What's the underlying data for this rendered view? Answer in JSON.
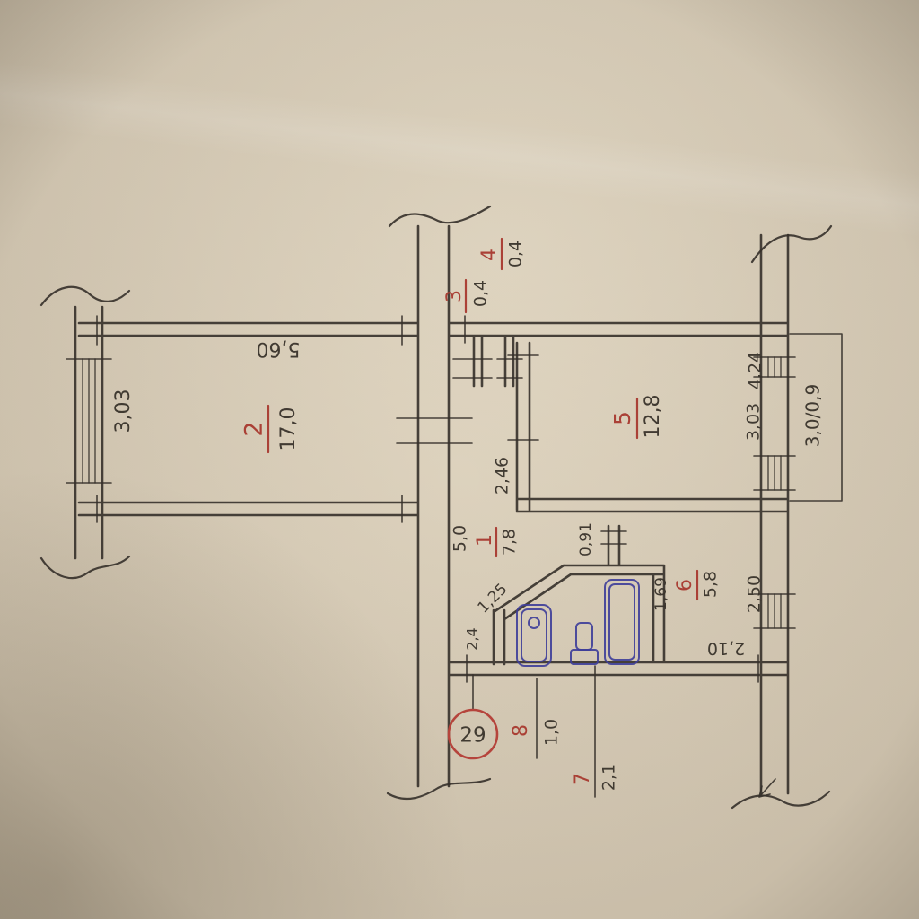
{
  "colors": {
    "paper": "#d2c6b1",
    "ink": "#35302a",
    "red_marks": "#a8392f",
    "blue_fixtures": "#3d3d99"
  },
  "plan": {
    "circle_number": "29",
    "rooms": {
      "r1": {
        "num": "1",
        "area": "7,8"
      },
      "r2": {
        "num": "2",
        "area": "17,0"
      },
      "r3": {
        "num": "3",
        "area": "0,4"
      },
      "r4": {
        "num": "4",
        "area": "0,4"
      },
      "r5": {
        "num": "5",
        "area": "12,8"
      },
      "r6": {
        "num": "6",
        "area": "5,8"
      },
      "r7": {
        "num": "7",
        "area": "2,1"
      },
      "r8": {
        "num": "8",
        "area": "1,0"
      }
    },
    "dims": {
      "left_wall": "3,03",
      "room2_width": "5,60",
      "right_upper": "4,24",
      "right_mid": "3,03",
      "right_outer": "3,0/0,9",
      "hall_246": "2,46",
      "hall_50": "5,0",
      "duct_091": "0,91",
      "bath_diag_125": "1,25",
      "bath_169": "1,69",
      "kitchen_250": "2,50",
      "corridor_210": "2,10",
      "small_24": "2,4"
    }
  }
}
